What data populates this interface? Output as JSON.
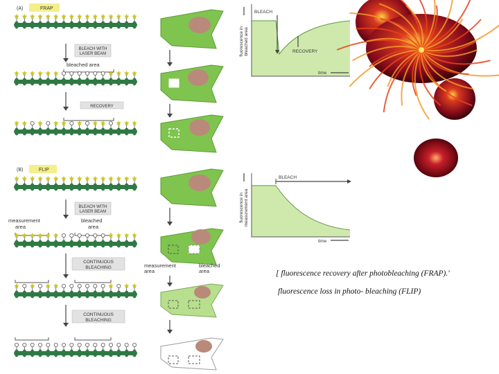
{
  "panel_a": {
    "tag": "(A)",
    "title": "FRAP",
    "step1": [
      "BLEACH WITH",
      "LASER BEAM"
    ],
    "bleached_area": "bleached area",
    "step2": "RECOVERY",
    "graph": {
      "ylabel": [
        "fluorescence in",
        "bleached area"
      ],
      "bleach": "BLEACH",
      "recovery": "RECOVERY",
      "xlabel": "time"
    }
  },
  "panel_b": {
    "tag": "(B)",
    "title": "FLIP",
    "step1": [
      "BLEACH WITH",
      "LASER BEAM"
    ],
    "measurement_area": [
      "measurement",
      "area"
    ],
    "bleached_area": [
      "bleached",
      "area"
    ],
    "step2": [
      "CONTINUOUS",
      "BLEACHING"
    ],
    "step3": [
      "CONTINUOUS",
      "BLEACHING"
    ],
    "cell_labels": {
      "measurement_area": [
        "measurement",
        "area"
      ],
      "bleached_area": [
        "bleached",
        "area"
      ]
    },
    "graph": {
      "ylabel": [
        "fluorescence in",
        "measurement area"
      ],
      "bleach": "BLEACH",
      "xlabel": "time"
    }
  },
  "caption": {
    "line1": "[ fluorescence recovery after photobleaching (FRAP).'",
    "line2": "fluorescence  loss  in  photo- bleaching  (FLIP)"
  },
  "colors": {
    "membrane": "#2f7a44",
    "fluor_protein": "#c9c61c",
    "cell": "#7fc44e",
    "nucleus": "#b98a7a",
    "graph_fill": "#cfe9ad",
    "highlight_tag": "#f4ef8b",
    "sphere": "#9a1020",
    "fiber": "#e8431a"
  }
}
